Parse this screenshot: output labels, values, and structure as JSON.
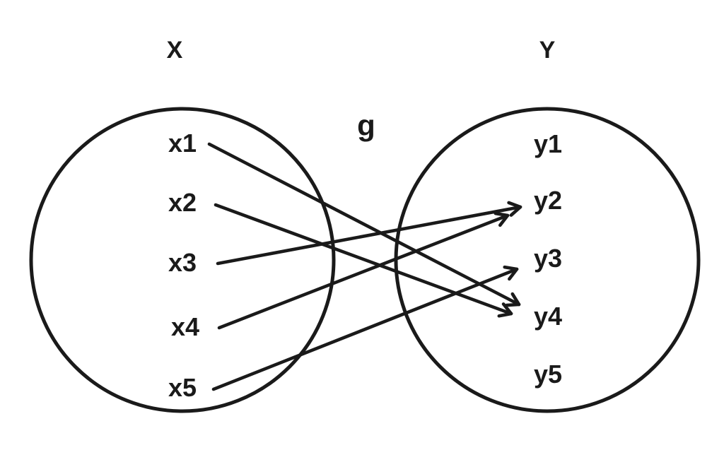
{
  "diagram": {
    "left_set_label": "X",
    "right_set_label": "Y",
    "function_label": "g",
    "left_elements": [
      "x1",
      "x2",
      "x3",
      "x4",
      "x5"
    ],
    "right_elements": [
      "y1",
      "y2",
      "y3",
      "y4",
      "y5"
    ],
    "mappings": [
      {
        "from": "x1",
        "to": "y4"
      },
      {
        "from": "x2",
        "to": "y4"
      },
      {
        "from": "x3",
        "to": "y2"
      },
      {
        "from": "x4",
        "to": "y2"
      },
      {
        "from": "x5",
        "to": "y3"
      }
    ],
    "colors": {
      "ink": "#1a1a1a",
      "background": "#ffffff"
    }
  }
}
